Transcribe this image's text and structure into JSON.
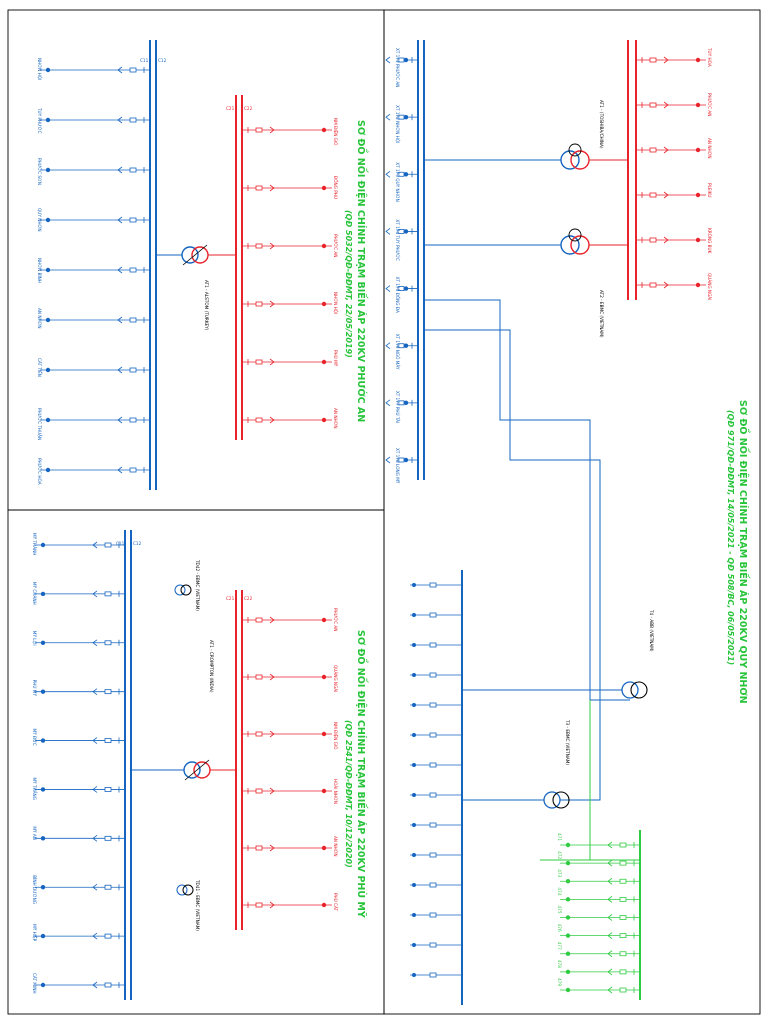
{
  "colors": {
    "hv": "#e8232b",
    "mv": "#1565c0",
    "lv": "#2ecc40",
    "border": "#000000",
    "title": "#27c43a"
  },
  "panels": [
    {
      "id": "phuoc-an",
      "title": "SƠ ĐỒ NỐI ĐIỆN CHÍNH TRẠM BIẾN ÁP 220KV PHƯỚC AN",
      "subtitle": "(QĐ 5032/QĐ-ĐĐMT, 22/05/2019)",
      "transformer": "AT1 - ALSTOM (TURKEY)",
      "hv_bus": [
        "C21",
        "C22"
      ],
      "mv_bus": [
        "C11",
        "C12"
      ],
      "hv_feeders": [
        "NM ĐIỆN GIÓ",
        "ĐỒNG PHÚ",
        "PHƯỚC AN",
        "NHƠN HỘI",
        "PHÙ MỸ",
        "AN NHƠN"
      ],
      "mv_feeders": [
        "NHƠN HỘI",
        "TUY PHƯỚC",
        "PHƯỚC SƠN",
        "QUY NHƠN",
        "NHƠN BÌNH",
        "AN NHƠN",
        "CÁT TIẾN",
        "PHƯỚC THUẬN",
        "PHƯỚC HÒA"
      ]
    },
    {
      "id": "quy-nhon",
      "title": "SƠ ĐỒ NỐI ĐIỆN CHÍNH TRẠM BIẾN ÁP 220KV QUY NHƠN",
      "subtitle": "(QĐ 971/QĐ-ĐĐMT, 14/05/2021 - QĐ 508/BC, 06/05/2021)",
      "transformers": [
        "AT1 - (TOSHIBA/CHINA)",
        "AT2 - EBMC (VIETNAM)",
        "T3 - EBMC (VIETNAM)",
        "T4 - ABB (VIETNAM)"
      ],
      "hv_feeders": [
        "TUY HÒA",
        "PHƯỚC AN",
        "AN NHƠN",
        "PLEIKU",
        "KRÔNG BUK",
        "QUẢNG NGÃI"
      ],
      "mv_feeders": [
        "XT 171 PHƯỚC AN",
        "XT 172 NHƠN HỘI",
        "XT 173 QUY NHƠN",
        "XT 174 TUY PHƯỚC",
        "XT 175 ĐỒNG ĐA",
        "XT 176 NGÔ MÂY",
        "XT 177 PHÚ TÀI",
        "XT 178 LONG MỸ"
      ],
      "lv_feeders": [
        "471",
        "472",
        "473",
        "474",
        "475",
        "476",
        "477",
        "478",
        "479"
      ]
    },
    {
      "id": "phu-my",
      "title": "SƠ ĐỒ NỐI ĐIỆN CHÍNH TRẠM BIẾN ÁP 220KV PHÙ MỸ",
      "subtitle": "(QĐ 2541/QĐ-ĐĐMT, 10/12/2020)",
      "transformer": "AT1 - CROMPTON (INDIA)",
      "aux": [
        "TD41 - EBMC (VIETNAM)",
        "TD42 - EBMC (VIETNAM)"
      ],
      "hv_bus": [
        "C21",
        "C22"
      ],
      "mv_bus": [
        "C11",
        "C12"
      ],
      "hv_feeders": [
        "PHƯỚC AN",
        "QUẢNG NGÃI",
        "NM ĐIỆN GIÓ",
        "HOÀI NHƠN",
        "AN NHƠN",
        "PHÙ CÁT"
      ],
      "mv_feeders": [
        "MỸ THÀNH",
        "MỸ CHÁNH",
        "MỸ LỢI",
        "PHÙ MỸ",
        "MỸ ĐỨC",
        "MỸ THẮNG",
        "MỸ AN",
        "BÌNH DƯƠNG",
        "MỸ HIỆP",
        "CÁT MINH"
      ]
    }
  ]
}
